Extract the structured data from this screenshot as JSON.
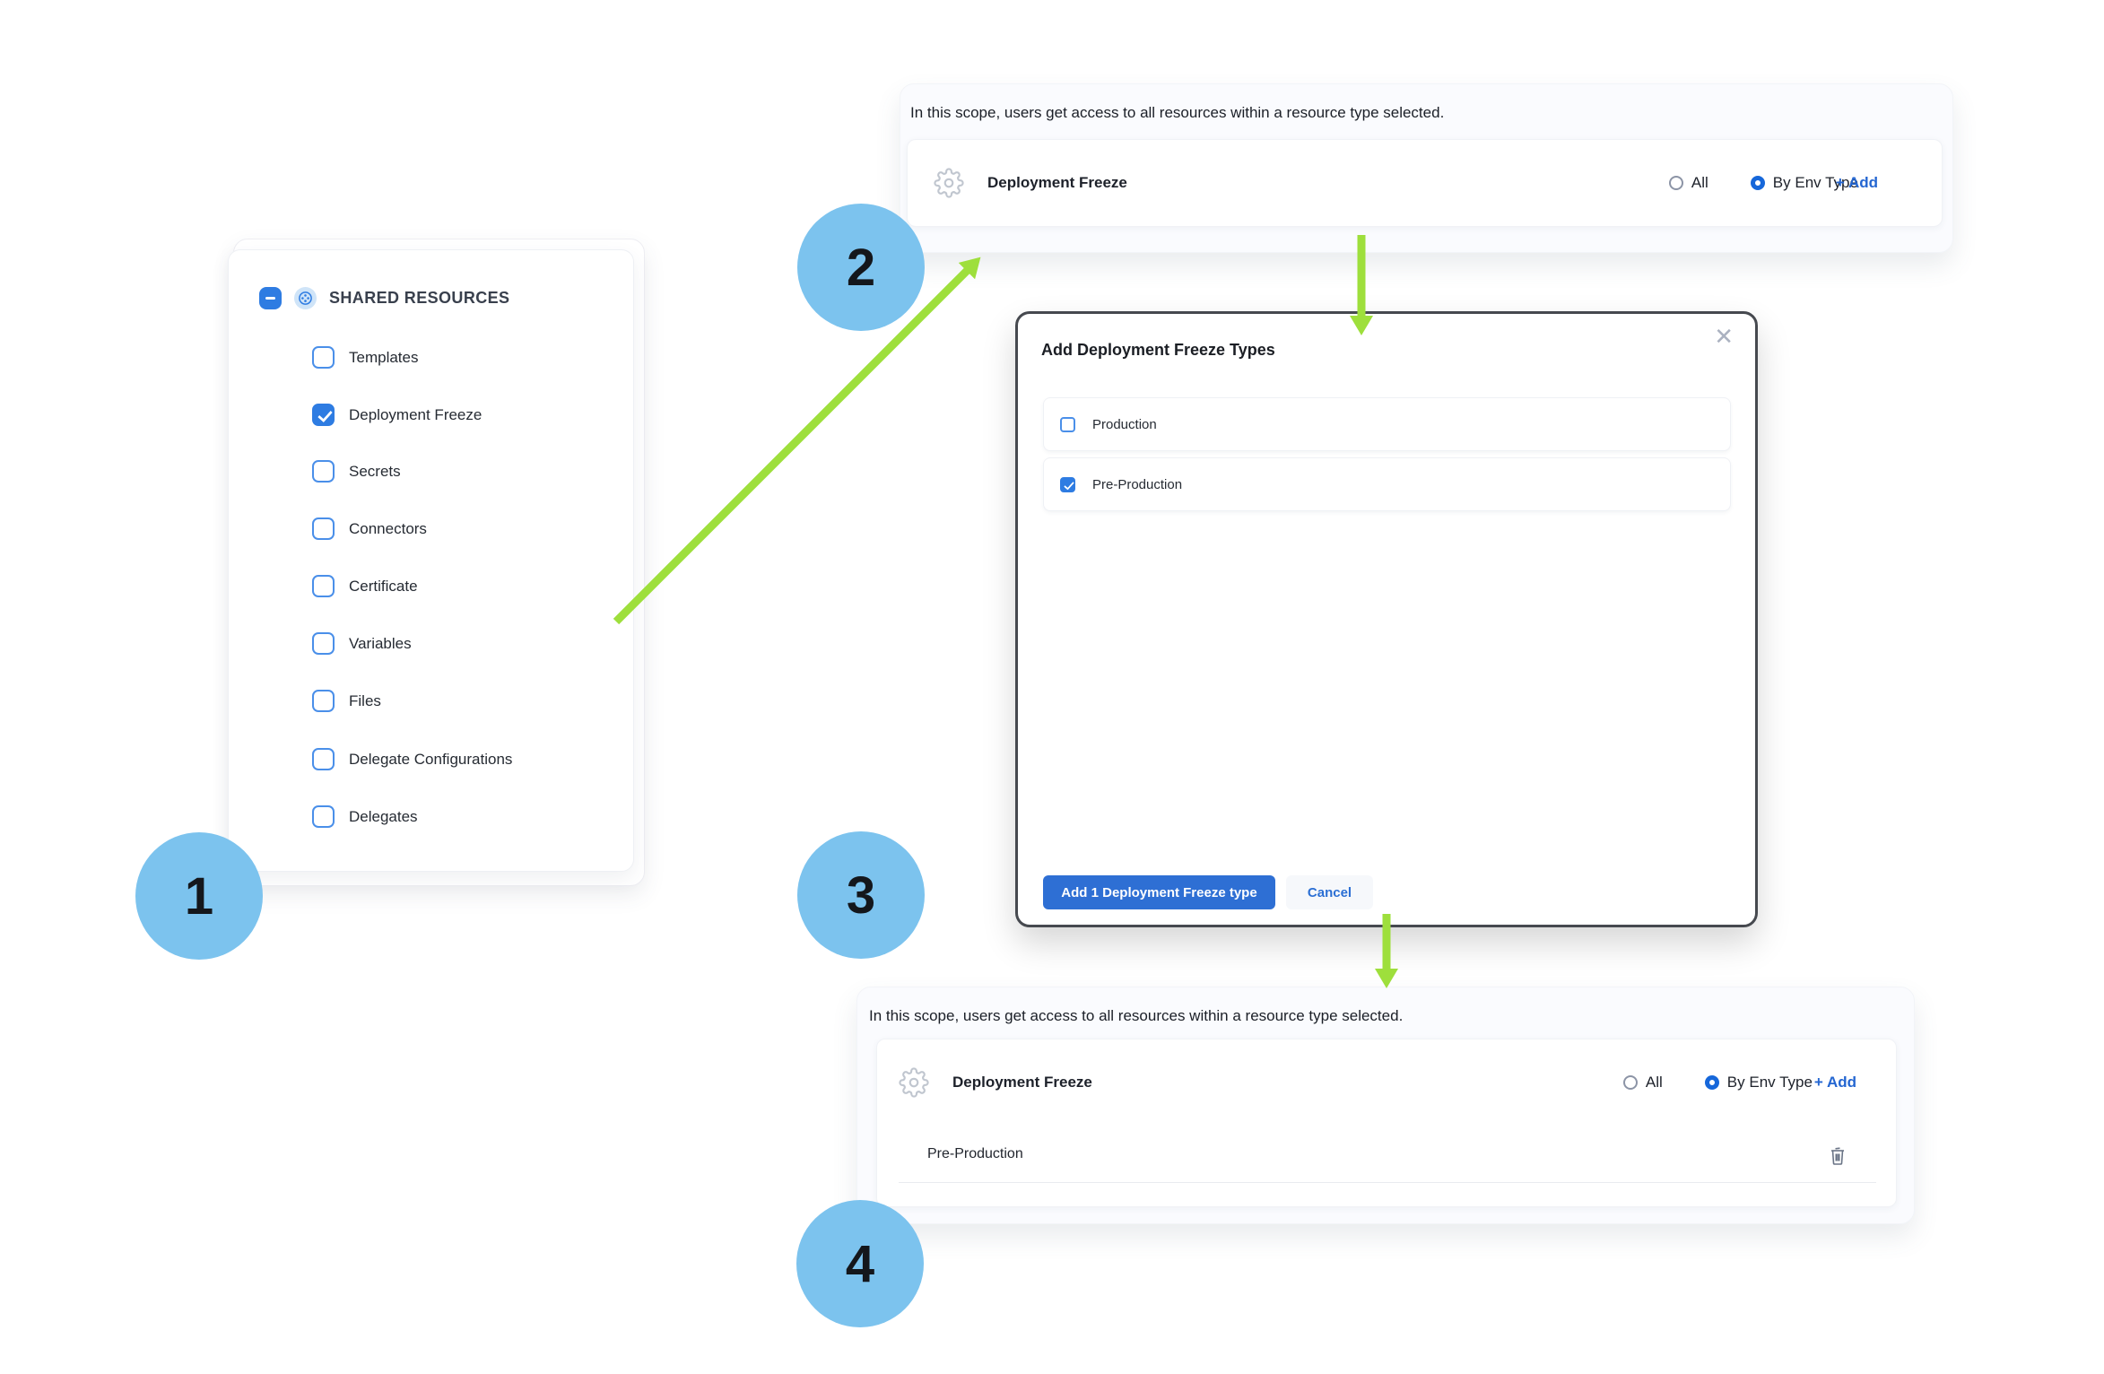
{
  "colors": {
    "accent_blue": "#2e7ce2",
    "link_blue": "#2466d1",
    "primary_button_blue": "#2e6fd4",
    "circle_blue": "#7cc3ee",
    "arrow_green": "#9edf3c",
    "modal_border": "#46494f"
  },
  "steps": [
    {
      "label": "1"
    },
    {
      "label": "2"
    },
    {
      "label": "3"
    },
    {
      "label": "4"
    }
  ],
  "resources_panel": {
    "title": "SHARED RESOURCES",
    "items": [
      {
        "label": "Templates",
        "checked": false
      },
      {
        "label": "Deployment Freeze",
        "checked": true
      },
      {
        "label": "Secrets",
        "checked": false
      },
      {
        "label": "Connectors",
        "checked": false
      },
      {
        "label": "Certificate",
        "checked": false
      },
      {
        "label": "Variables",
        "checked": false
      },
      {
        "label": "Files",
        "checked": false
      },
      {
        "label": "Delegate Configurations",
        "checked": false
      },
      {
        "label": "Delegates",
        "checked": false
      }
    ]
  },
  "scope_panel_top": {
    "description": "In this scope, users get access to all resources within a resource type selected.",
    "resource_label": "Deployment Freeze",
    "options": [
      {
        "label": "All",
        "selected": false
      },
      {
        "label": "By Env Type",
        "selected": true
      }
    ],
    "add_label": "+ Add"
  },
  "modal": {
    "title": "Add Deployment Freeze Types",
    "close_label": "✕",
    "items": [
      {
        "label": "Production",
        "checked": false
      },
      {
        "label": "Pre-Production",
        "checked": true
      }
    ],
    "primary_button": "Add 1 Deployment Freeze type",
    "cancel_button": "Cancel"
  },
  "scope_panel_bottom": {
    "description": "In this scope, users get access to all resources within a resource type selected.",
    "resource_label": "Deployment Freeze",
    "options": [
      {
        "label": "All",
        "selected": false
      },
      {
        "label": "By Env Type",
        "selected": true
      }
    ],
    "add_label": "+ Add",
    "selected_types": [
      {
        "label": "Pre-Production"
      }
    ]
  }
}
